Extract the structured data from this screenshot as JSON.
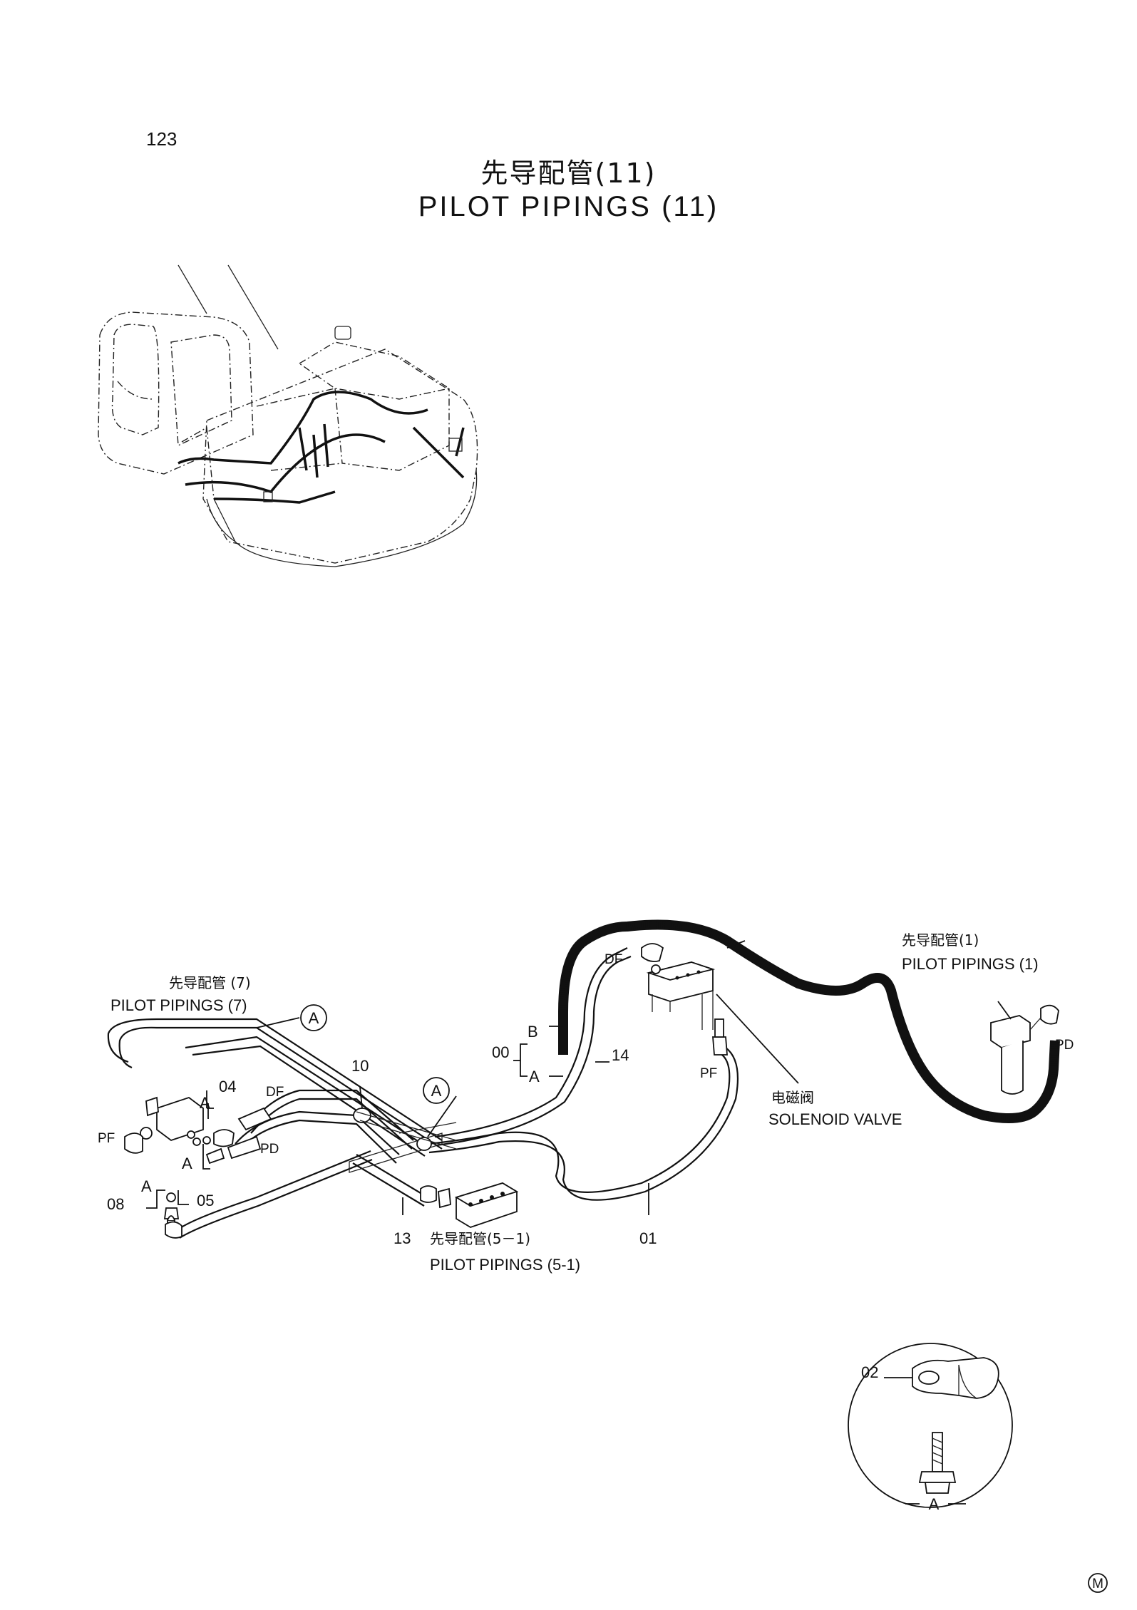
{
  "page_number": "123",
  "title_cn": "先导配管(11)",
  "title_en": "PILOT PIPINGS (11)",
  "callouts": {
    "ref7_cn": "先导配管 (7)",
    "ref7_en": "PILOT PIPINGS (7)",
    "ref1_cn": "先导配管(1)",
    "ref1_en": "PILOT PIPINGS (1)",
    "ref51_cn": "先导配管(5－1)",
    "ref51_en": "PILOT PIPINGS (5-1)",
    "valve_cn": "电磁阀",
    "valve_en": "SOLENOID VALVE"
  },
  "part_numbers": {
    "p00": "00",
    "p01": "01",
    "p02": "02",
    "p04": "04",
    "p05": "05",
    "p08": "08",
    "p10": "10",
    "p13": "13",
    "p14": "14"
  },
  "port_labels": {
    "pf_left": "PF",
    "pf_mid": "PF",
    "df_left": "DF",
    "df_top": "DF",
    "pd_left": "PD",
    "pd_right": "PD"
  },
  "view_markers": {
    "circle_a1": "A",
    "circle_a2": "A",
    "a_04": "A",
    "a_05": "A",
    "a_08": "A",
    "b_00": "B",
    "a_00": "A",
    "detail_a": "A"
  },
  "corner_mark": "M"
}
